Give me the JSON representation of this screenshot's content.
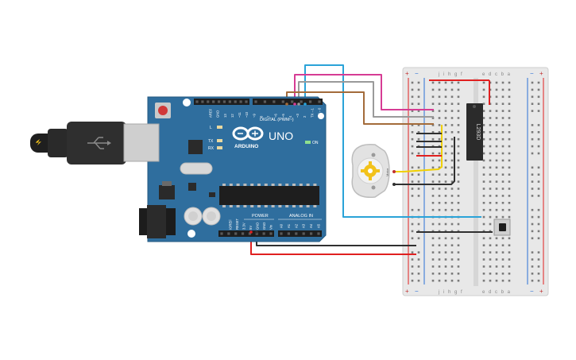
{
  "arduino": {
    "brand": "ARDUINO",
    "model": "UNO",
    "on_label": "ON",
    "digital_label": "DIGITAL (PWM~)",
    "power_label": "POWER",
    "analog_label": "ANALOG IN",
    "led_labels": [
      "L",
      "TX",
      "RX"
    ],
    "top_pin_labels": [
      "AREF",
      "GND",
      "13",
      "12",
      "~11",
      "~10",
      "~9",
      "8",
      "7",
      "~6",
      "~5",
      "4",
      "~3",
      "2",
      "TX→1",
      "RX←0"
    ],
    "power_pin_labels": [
      "IOREF",
      "RESET",
      "3.3V",
      "5V",
      "GND",
      "GND",
      "Vin"
    ],
    "analog_pin_labels": [
      "A0",
      "A1",
      "A2",
      "A3",
      "A4",
      "A5"
    ]
  },
  "breadboard": {
    "column_letters_top": "j i h g f",
    "column_letters_top2": "e d c b a",
    "column_letters_bottom": "j i h g f",
    "column_letters_bottom2": "e d c b a",
    "plus_sign": "+",
    "minus_sign": "−"
  },
  "chip": {
    "label": "L293D"
  },
  "motor": {
    "label": "Motor"
  },
  "colors": {
    "board_blue": "#2f6e9e",
    "breadboard": "#e6e6e6",
    "wire_red": "#e02020",
    "wire_black": "#303030",
    "wire_blue": "#2aa3d8",
    "wire_pink": "#d63c94",
    "wire_grey": "#9a9a9a",
    "wire_brown": "#a36b3a",
    "wire_yellow": "#f0d000"
  }
}
